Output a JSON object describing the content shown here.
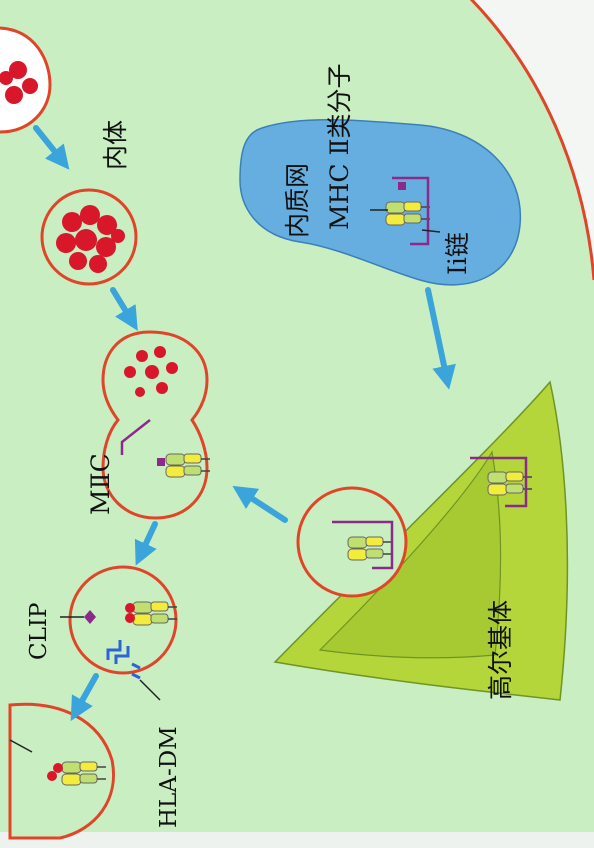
{
  "labels": {
    "endosome": "内体",
    "er": "内质网",
    "mhc_class2": "MHC Ⅱ类分子",
    "ii_chain": "Ii链",
    "miic": "MⅡC",
    "clip": "CLIP",
    "hla_dm": "HLA-DM",
    "golgi": "高尔基体"
  },
  "colors": {
    "cytoplasm": "#c9eec2",
    "membrane": "#e0452a",
    "er": "#66aee0",
    "golgi": "#b4d63a",
    "arrow": "#3aa4db",
    "antigen": "#d8172a",
    "ii_chain": "#8a2b8a",
    "mhc_yellow": "#f2ec3c",
    "mhc_green": "#bfe070"
  }
}
